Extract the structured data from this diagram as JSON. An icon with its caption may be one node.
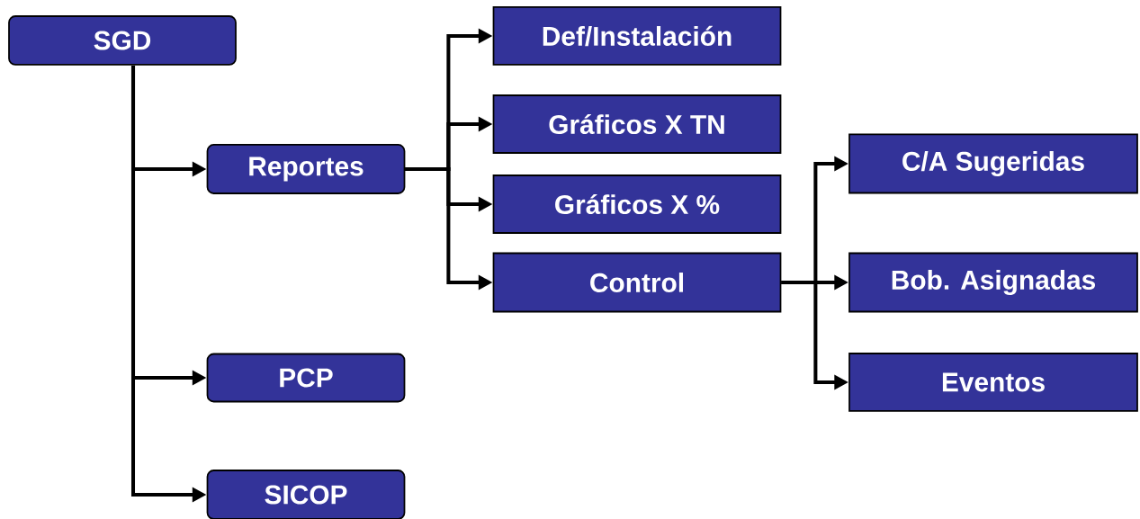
{
  "diagram": {
    "nodes": [
      {
        "text": [
          "SGD"
        ]
      },
      {
        "text": [
          "Reportes"
        ]
      },
      {
        "text": [
          "PCP"
        ]
      },
      {
        "text": [
          "SICOP"
        ]
      },
      {
        "text": [
          "Def/Instalación"
        ]
      },
      {
        "text": [
          "Gráficos X TN"
        ]
      },
      {
        "text": [
          "Gráficos X %"
        ]
      },
      {
        "text": [
          "Control"
        ]
      },
      {
        "text": [
          "C/A Sugeridas"
        ]
      },
      {
        "text": [
          "Bob. Asignadas"
        ]
      },
      {
        "text": [
          "Eventos"
        ]
      }
    ],
    "edges": [
      {
        "from": 0,
        "to": 1,
        "arrow": "to"
      },
      {
        "from": 0,
        "to": 2,
        "arrow": "to"
      },
      {
        "from": 0,
        "to": 3,
        "arrow": "to"
      },
      {
        "from": 1,
        "to": 4,
        "arrow": "to"
      },
      {
        "from": 1,
        "to": 5,
        "arrow": "to"
      },
      {
        "from": 1,
        "to": 6,
        "arrow": "to"
      },
      {
        "from": 1,
        "to": 7,
        "arrow": "to"
      },
      {
        "from": 7,
        "to": 8,
        "arrow": "to"
      },
      {
        "from": 7,
        "to": 9,
        "arrow": "to"
      },
      {
        "from": 7,
        "to": 10,
        "arrow": "to"
      }
    ]
  }
}
